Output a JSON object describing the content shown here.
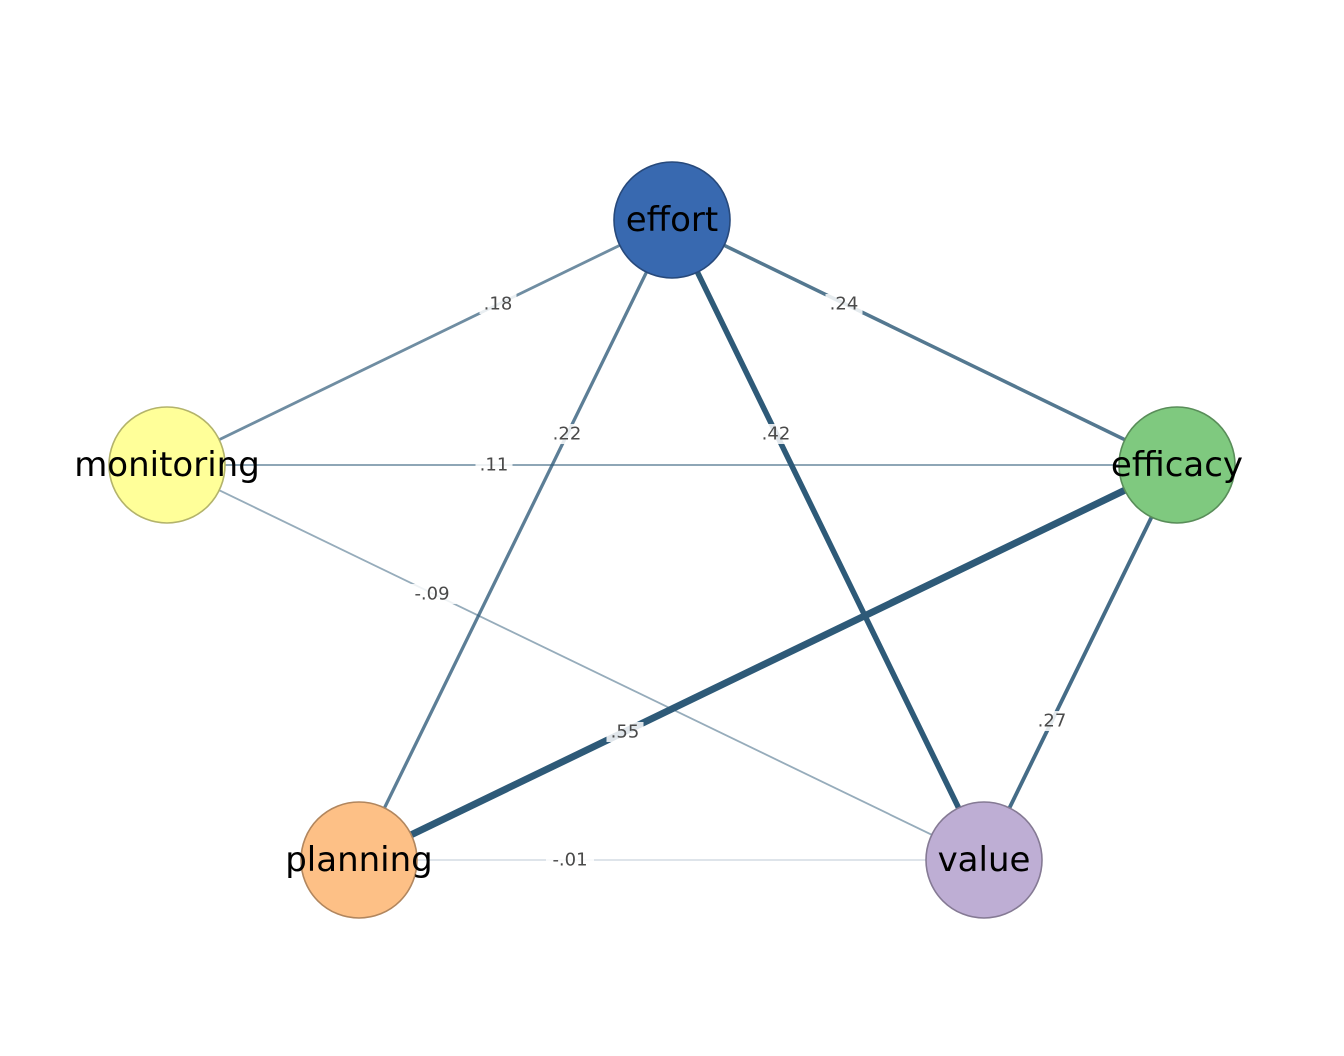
{
  "network": {
    "edge_color": "#2e5a78",
    "nodes": [
      {
        "id": "effort",
        "label": "effort",
        "fill": "#3869b0",
        "stroke": "#27497b"
      },
      {
        "id": "efficacy",
        "label": "efficacy",
        "fill": "#7fc97f",
        "stroke": "#598d59"
      },
      {
        "id": "value",
        "label": "value",
        "fill": "#beaed4",
        "stroke": "#857a94"
      },
      {
        "id": "planning",
        "label": "planning",
        "fill": "#fdc086",
        "stroke": "#b1865e"
      },
      {
        "id": "monitoring",
        "label": "monitoring",
        "fill": "#ffff99",
        "stroke": "#b3b36b"
      }
    ],
    "edges": [
      {
        "from": "effort",
        "to": "monitoring",
        "weight": 0.18,
        "label": ".18"
      },
      {
        "from": "effort",
        "to": "efficacy",
        "weight": 0.24,
        "label": ".24"
      },
      {
        "from": "effort",
        "to": "planning",
        "weight": 0.22,
        "label": ".22"
      },
      {
        "from": "effort",
        "to": "value",
        "weight": 0.42,
        "label": ".42"
      },
      {
        "from": "monitoring",
        "to": "efficacy",
        "weight": 0.11,
        "label": ".11"
      },
      {
        "from": "monitoring",
        "to": "value",
        "weight": -0.09,
        "label": "-.09"
      },
      {
        "from": "efficacy",
        "to": "planning",
        "weight": 0.55,
        "label": ".55"
      },
      {
        "from": "efficacy",
        "to": "value",
        "weight": 0.27,
        "label": ".27"
      },
      {
        "from": "planning",
        "to": "value",
        "weight": -0.01,
        "label": "-.01"
      }
    ]
  }
}
